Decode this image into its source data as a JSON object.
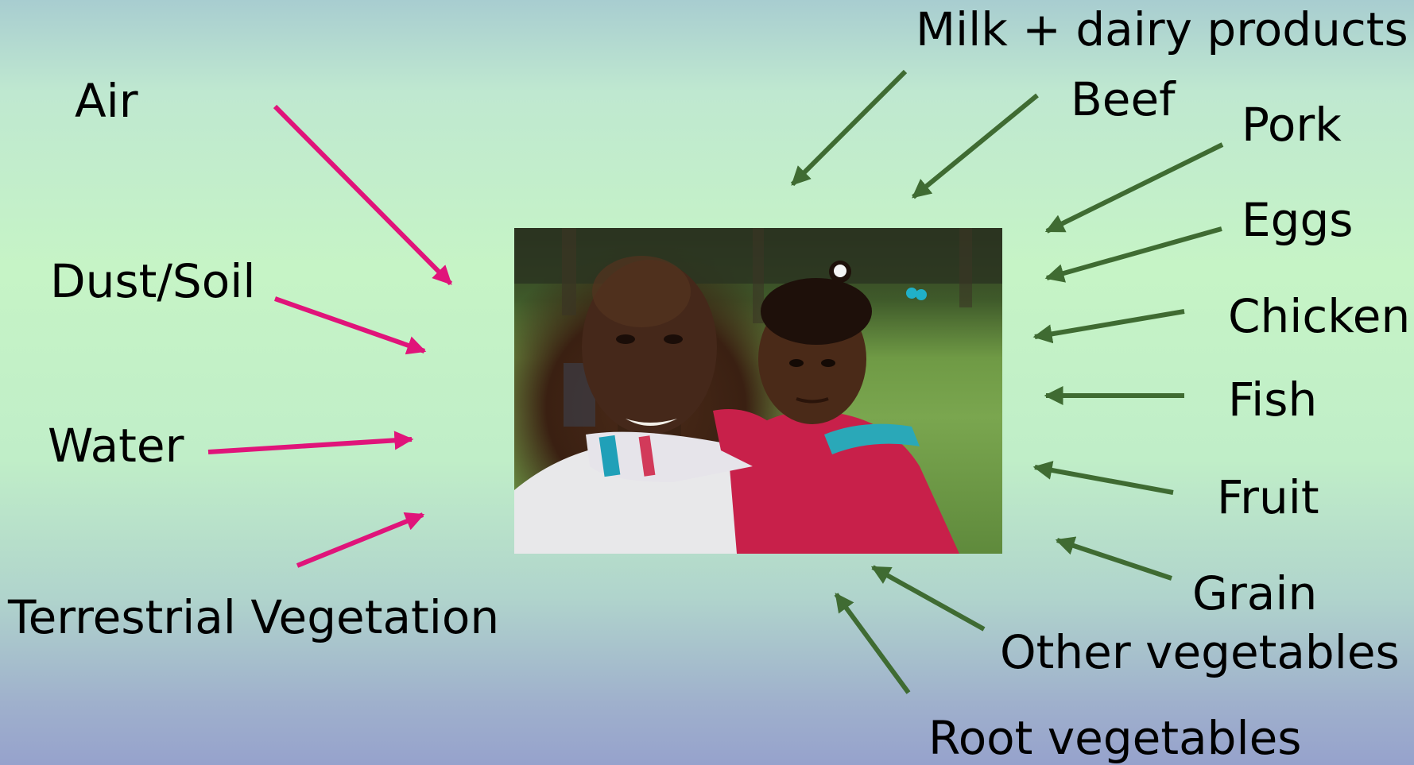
{
  "labels": {
    "air": "Air",
    "dust_soil": "Dust/Soil",
    "water": "Water",
    "terrestrial_vegetation": "Terrestrial Vegetation",
    "milk_dairy": "Milk + dairy products",
    "beef": "Beef",
    "pork": "Pork",
    "eggs": "Eggs",
    "chicken": "Chicken",
    "fish": "Fish",
    "fruit": "Fruit",
    "grain": "Grain",
    "other_vegetables": "Other vegetables",
    "root_vegetables": "Root vegetables"
  },
  "colors": {
    "environmental_arrow": "#e0147a",
    "food_arrow": "#3f6b32",
    "text": "#000000"
  },
  "photo": {
    "description_icon": "photo-father-daughter"
  }
}
